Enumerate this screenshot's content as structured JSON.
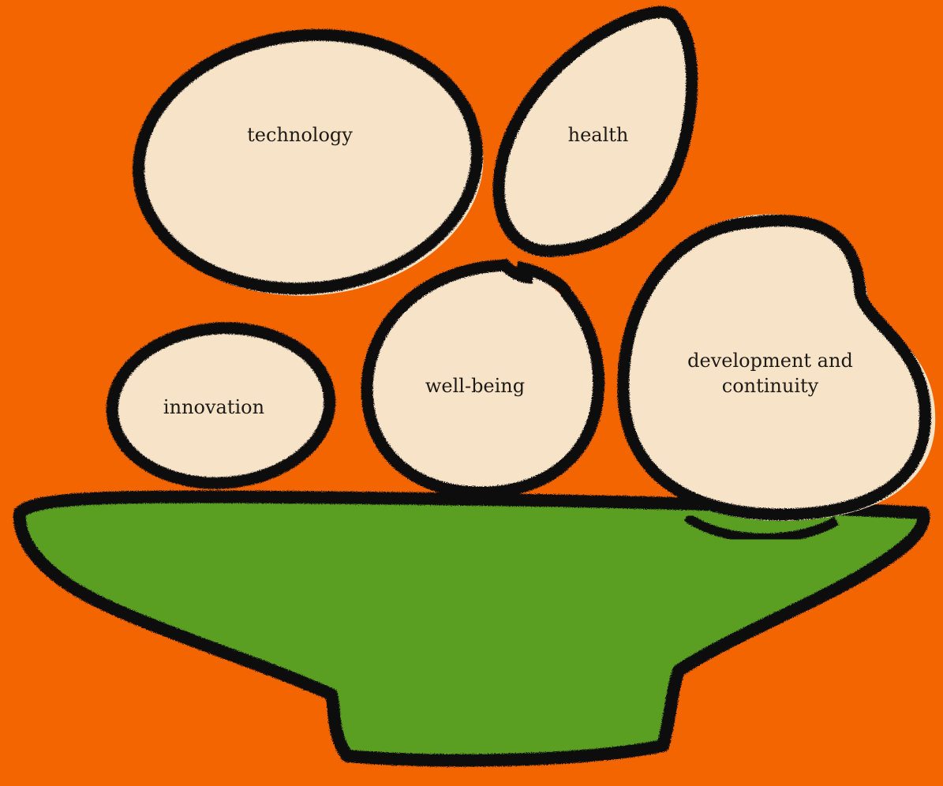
{
  "colors": {
    "background": "#f36500",
    "stone_fill": "#f6e3c8",
    "bowl_fill": "#5a9e22",
    "outline": "#111111",
    "text": "#1e1a16"
  },
  "stones": {
    "technology": "technology",
    "health": "health",
    "innovation": "innovation",
    "well_being": "well-being",
    "development_line1": "development and",
    "development_line2": "continuity"
  }
}
